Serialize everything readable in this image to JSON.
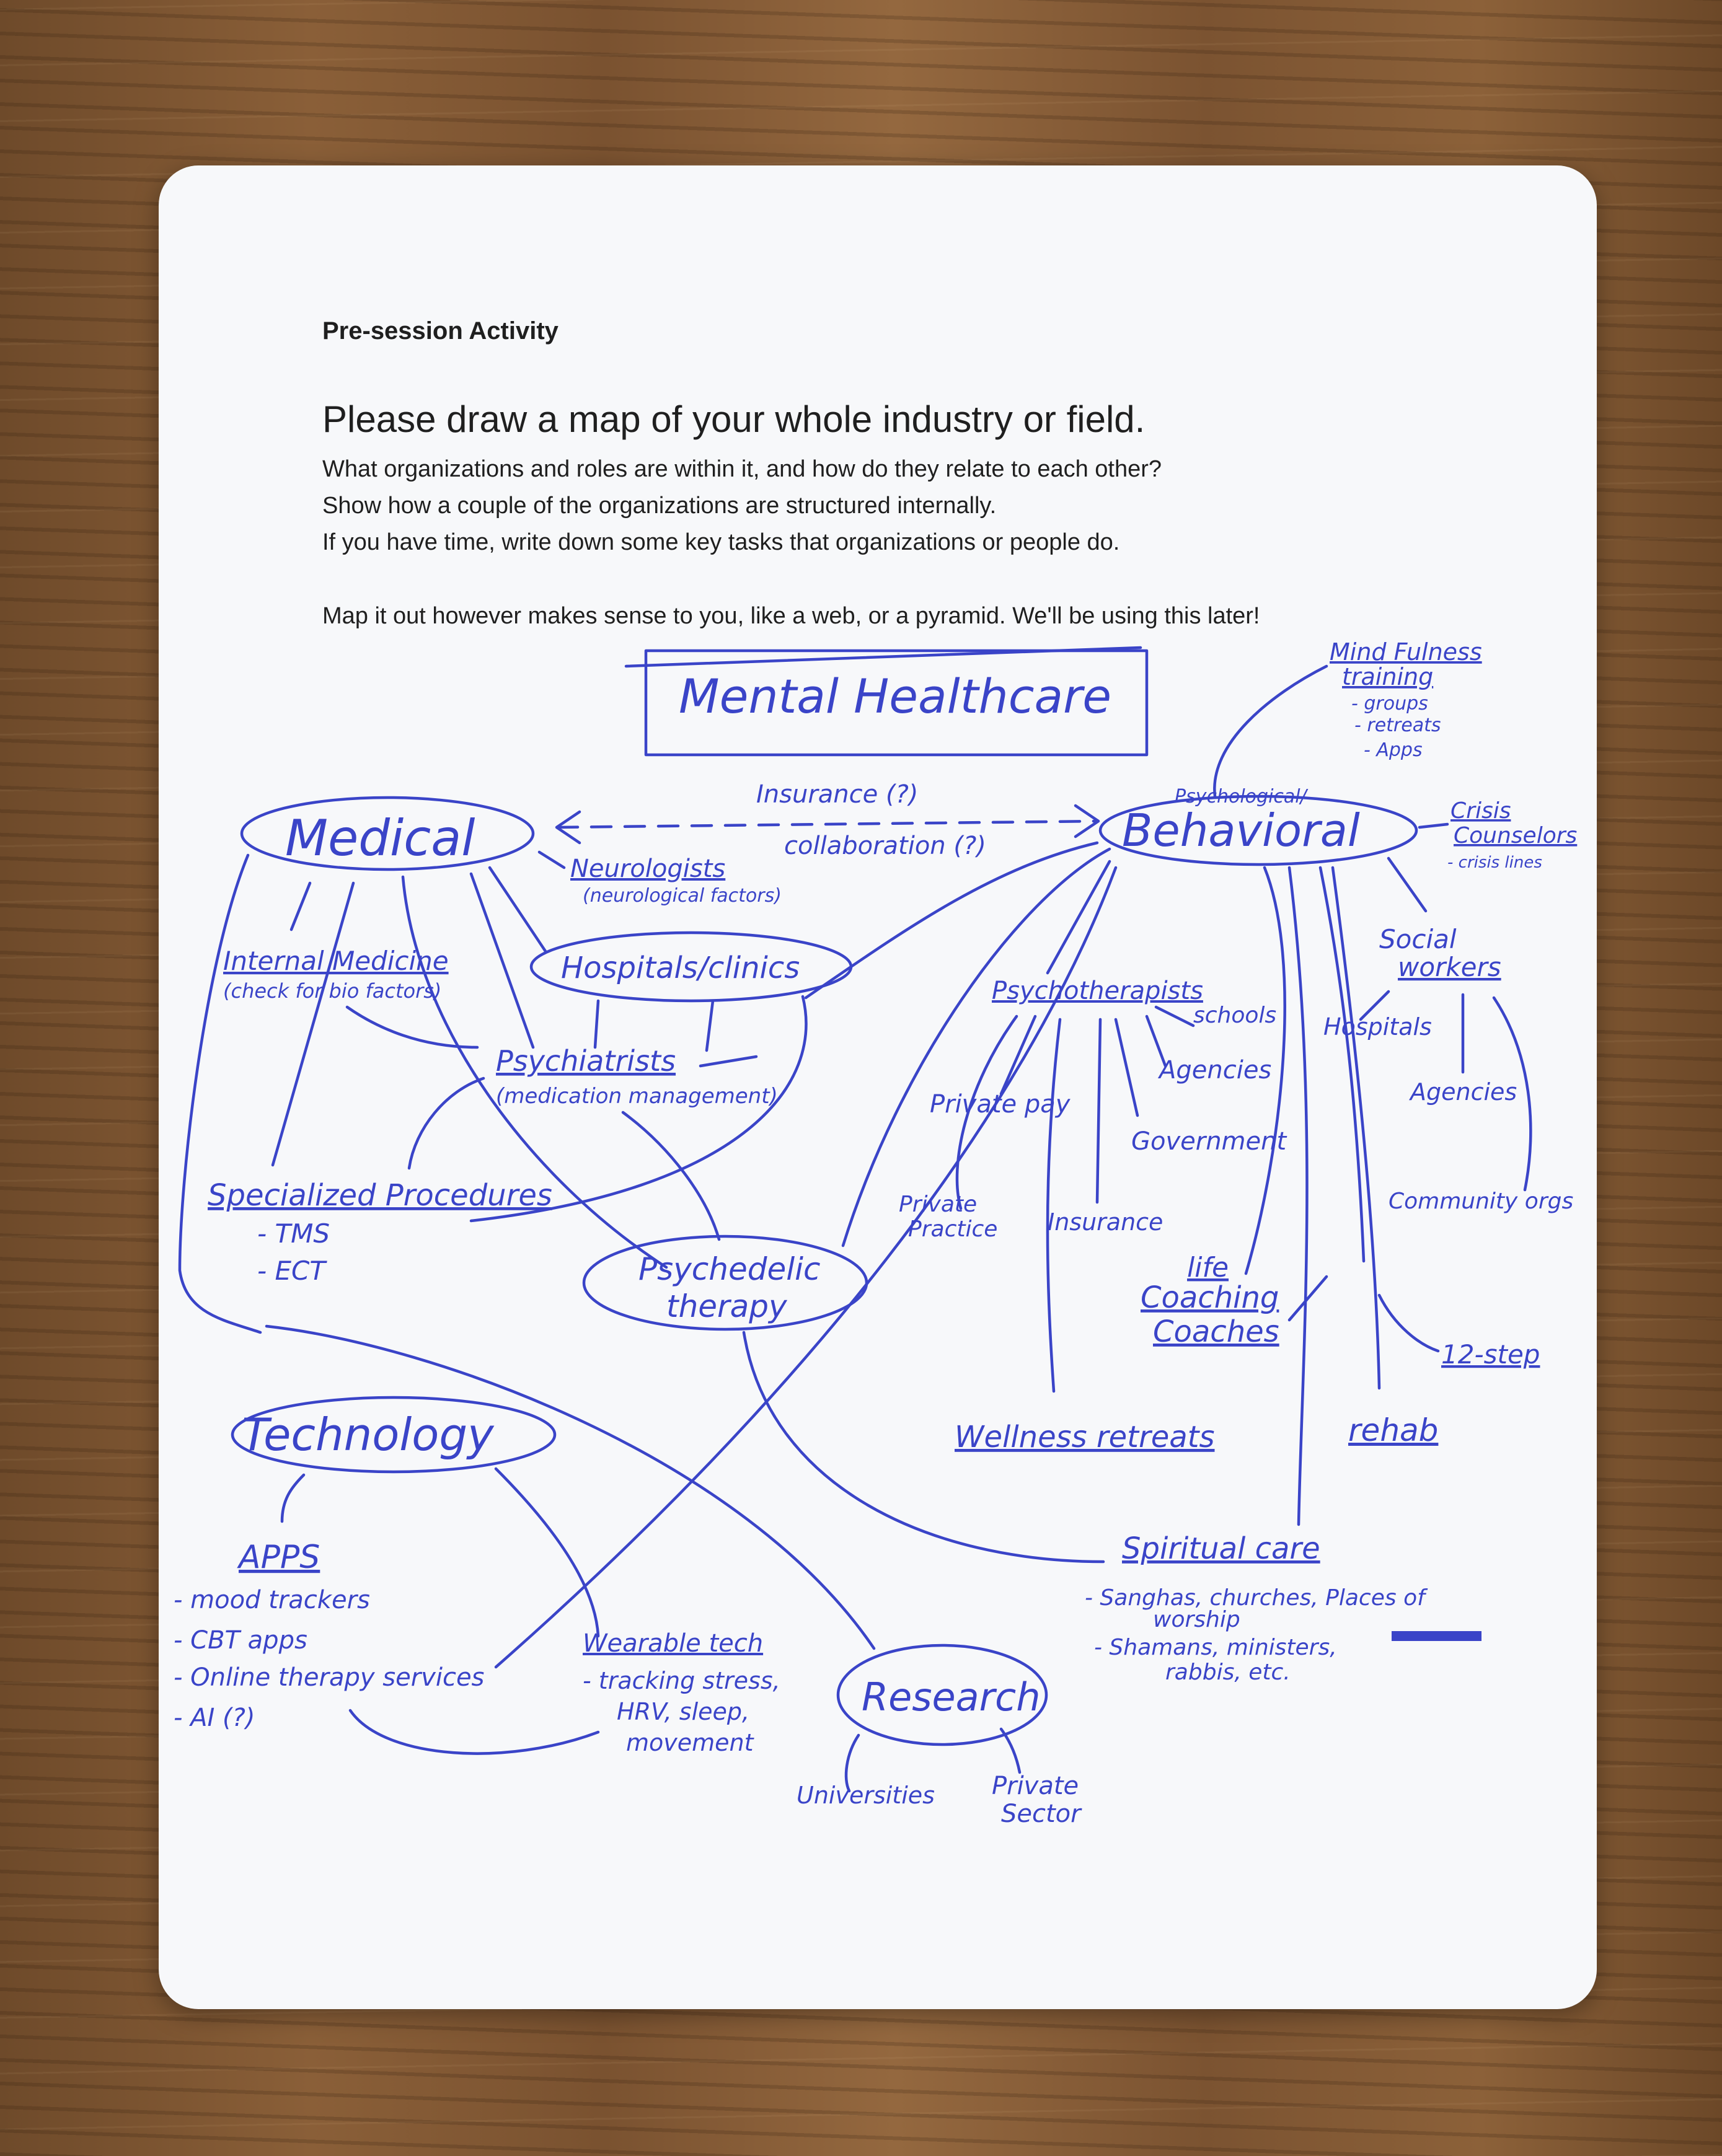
{
  "sheet": {
    "activity_label": "Pre-session Activity",
    "prompt_title": "Please draw a map of your whole industry or field.",
    "instructions": [
      "What organizations and roles are within it, and how do they relate to each other?",
      "Show how a couple of the organizations are structured internally.",
      "If you have time, write down some key tasks that organizations or people do.",
      "Map it out however makes sense to you, like a web, or a pyramid. We'll be using this later!"
    ]
  },
  "map": {
    "title": "Mental Healthcare",
    "link_medical_behavioral": {
      "top": "Insurance (?)",
      "bottom": "collaboration (?)"
    },
    "medical": {
      "label": "Medical",
      "neurologists": "Neurologists",
      "neurologists_note": "(neurological factors)",
      "internal_medicine": "Internal Medicine",
      "internal_medicine_note": "(check for bio factors)",
      "hospitals_clinics": "Hospitals/clinics",
      "psychiatrists": "Psychiatrists",
      "psychiatrists_note": "(medication management)",
      "specialized_procedures": "Specialized Procedures",
      "procedures": [
        "- TMS",
        "- ECT"
      ]
    },
    "psychedelic_therapy": [
      "Psychedelic",
      "therapy"
    ],
    "behavioral": {
      "label": "Behavioral",
      "prefix": "Psychological/",
      "mindfulness": [
        "Mind Fulness",
        "training"
      ],
      "mindfulness_items": [
        "- groups",
        "- retreats",
        "- Apps"
      ],
      "crisis": [
        "Crisis",
        "Counselors"
      ],
      "crisis_note": "- crisis lines",
      "social_workers": [
        "Social",
        "workers"
      ],
      "hospitals": "Hospitals",
      "agencies_sw": "Agencies",
      "community_orgs": "Community orgs",
      "psychotherapists": "Psychotherapists",
      "schools": "schools",
      "agencies": "Agencies",
      "government": "Government",
      "private_pay": "Private pay",
      "private_practice": [
        "Private",
        "Practice"
      ],
      "insurance": "Insurance",
      "life_coaching": [
        "life",
        "Coaching",
        "Coaches"
      ],
      "twelve_step": "12-step",
      "wellness_retreats": "Wellness retreats",
      "rehab": "rehab"
    },
    "spiritual_care": {
      "label": "Spiritual care",
      "items": [
        "- Sanghas, churches, Places of",
        "worship",
        "- Shamans, ministers,",
        "rabbis, etc."
      ]
    },
    "technology": {
      "label": "Technology",
      "apps_label": "APPS",
      "apps_items": [
        "- mood trackers",
        "- CBT apps",
        "- Online therapy services",
        "- AI (?)"
      ],
      "wearable_label": "Wearable tech",
      "wearable_items": [
        "- tracking stress,",
        "HRV, sleep,",
        "movement"
      ]
    },
    "research": {
      "label": "Research",
      "universities": "Universities",
      "private_sector": [
        "Private",
        "Sector"
      ]
    }
  }
}
